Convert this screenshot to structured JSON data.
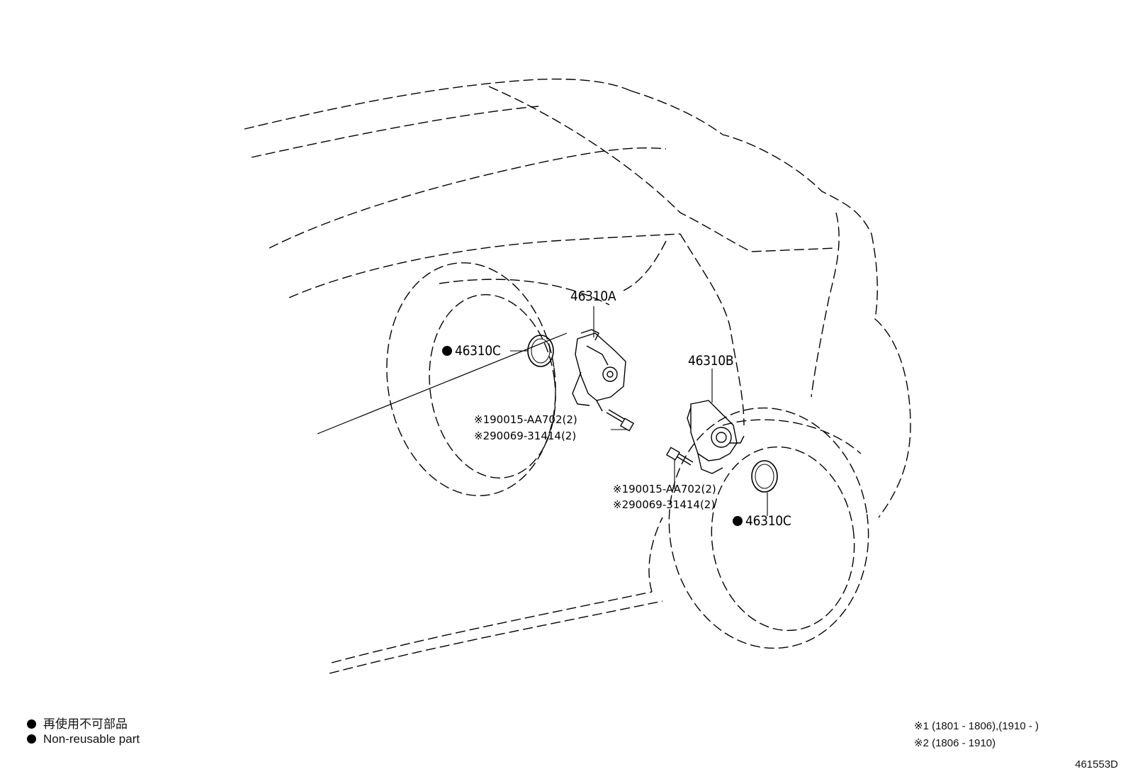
{
  "callouts": {
    "part_a": "46310A",
    "part_b": "46310B",
    "part_c_left": "46310C",
    "part_c_right": "46310C",
    "bolt_left_1": "※190015-AA702(2)",
    "bolt_left_2": "※290069-31414(2)",
    "bolt_right_1": "※190015-AA702(2)",
    "bolt_right_2": "※290069-31414(2)"
  },
  "legend": {
    "jp": "再使用不可部品",
    "en": "Non-reusable part"
  },
  "footnotes": {
    "note1": "※1 (1801 - 1806),(1910 -      )",
    "note2": "※2 (1806 - 1910)"
  },
  "reference_number": "461553D",
  "colors": {
    "line": "#000000",
    "background": "#ffffff"
  }
}
